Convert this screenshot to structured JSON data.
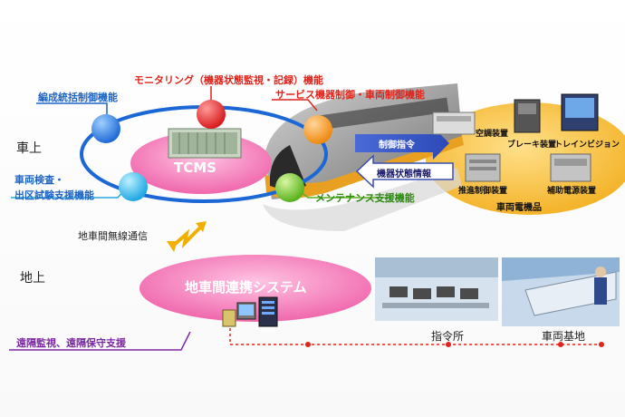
{
  "onboard_label": "車上",
  "ground_label": "地上",
  "wireless_label": "地車間無線通信",
  "tcms_label": "TCMS",
  "functions": {
    "formation_control": "編成統括制御機能",
    "monitoring": "モニタリング（機器状態監視・記録）機能",
    "service": "サービス機器制御・車両制御機能",
    "inspection_line1": "車両検査・",
    "inspection_line2": "出区試験支援機能",
    "maintenance": "メンテナンス支援機能"
  },
  "arrows": {
    "control_command": "制御指令",
    "equipment_status": "機器状態情報"
  },
  "equipment": {
    "air_conditioner": "空調装置",
    "brake": "ブレーキ装置",
    "train_vision": "トレインビジョン",
    "propulsion": "推進制御装置",
    "auxiliary_power": "補助電源装置",
    "group_label": "車両電機品"
  },
  "ground_system": "地車間連携システム",
  "remote_support": "遠隔監視、遠隔保守支援",
  "command_center": "指令所",
  "depot": "車両基地",
  "colors": {
    "blue_text": "#1f64c4",
    "red_text": "#e0241b",
    "pink_oval": "#f06ab0",
    "orange_field": "#f5b520",
    "purple_line": "#7a2aa0",
    "orbit_blue": "#1c67d6"
  }
}
